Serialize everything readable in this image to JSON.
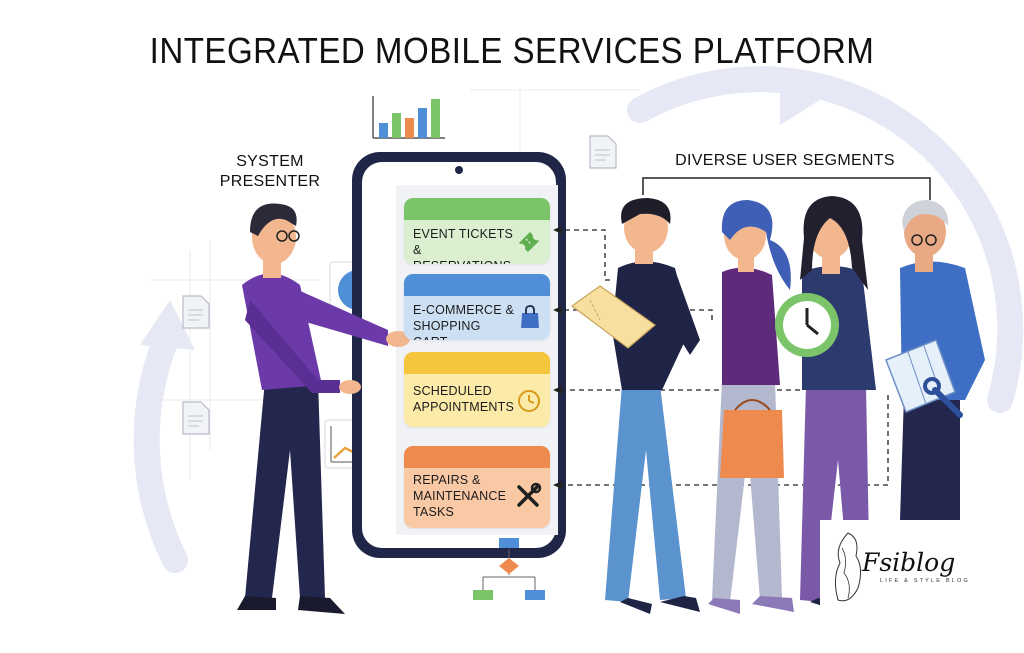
{
  "title": "INTEGRATED MOBILE SERVICES PLATFORM",
  "presenter_label": [
    "SYSTEM",
    "PRESENTER"
  ],
  "segments_label": "DIVERSE USER SEGMENTS",
  "services": [
    {
      "lines": [
        "EVENT TICKETS",
        "& RESERVATIONS"
      ],
      "icon": "ticket-icon",
      "tab_color": "#7cc46a",
      "body_color": "#d9efcf"
    },
    {
      "lines": [
        "E-COMMERCE &",
        "SHOPPING CART"
      ],
      "icon": "shopping-bag-icon",
      "tab_color": "#4f8fd8",
      "body_color": "#cde0f3"
    },
    {
      "lines": [
        "SCHEDULED",
        "APPOINTMENTS"
      ],
      "icon": "clock-icon",
      "tab_color": "#f5c53e",
      "body_color": "#fbeaa8"
    },
    {
      "lines": [
        "REPAIRS &",
        "MAINTENANCE",
        "TASKS"
      ],
      "icon": "wrench-screwdriver-icon",
      "tab_color": "#ef8a4f",
      "body_color": "#f9c9a6"
    }
  ],
  "watermark": {
    "name": "Fsiblog",
    "tagline": "LIFE & STYLE BLOG"
  }
}
